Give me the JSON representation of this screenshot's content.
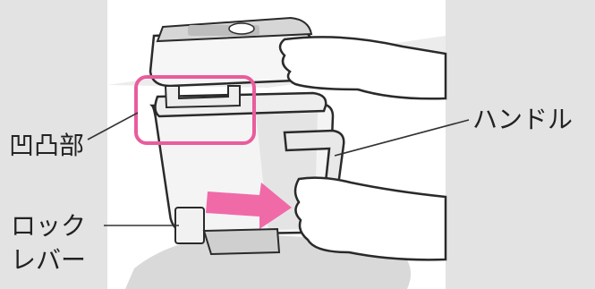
{
  "figure": {
    "labels": {
      "joint": "凹凸部",
      "handle": "ハンドル",
      "lock_lever_line1": "ロック",
      "lock_lever_line2": "レバー"
    },
    "colors": {
      "background": "#e3e3e3",
      "panel": "#ffffff",
      "highlight": "#e95c9c",
      "arrow": "#f06aa8",
      "outline": "#2a2a2a",
      "shadow": "#c9c9c9"
    }
  }
}
